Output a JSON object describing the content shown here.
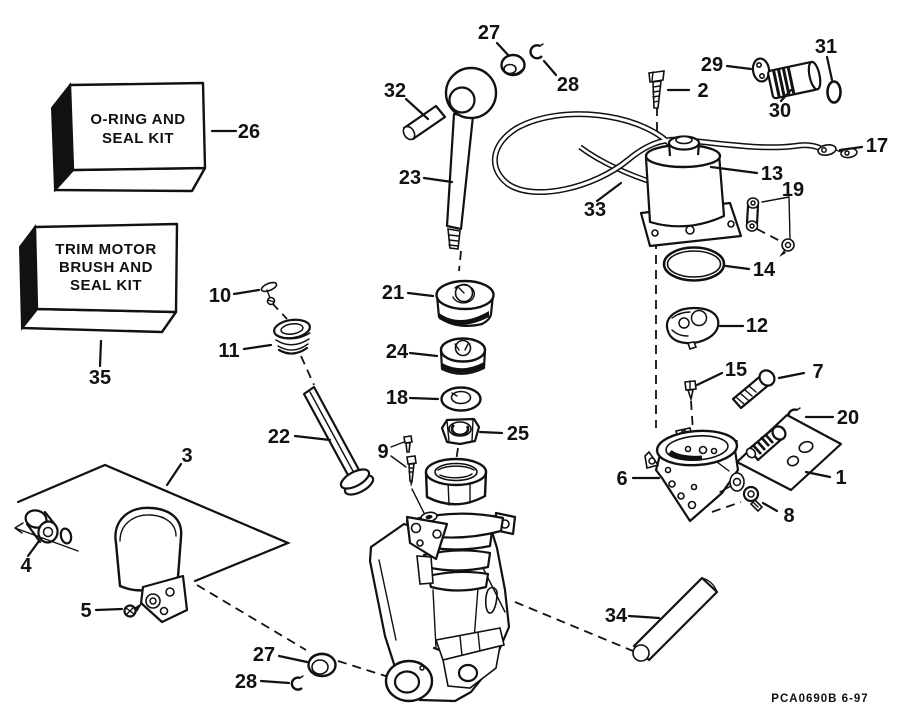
{
  "figure": {
    "background": "#ffffff",
    "ink": "#111111",
    "footer_code": "PCA0690B 6-97",
    "boxes": {
      "oring_kit": {
        "line1": "O-RING AND",
        "line2": "SEAL KIT"
      },
      "trim_kit": {
        "line1": "TRIM MOTOR",
        "line2": "BRUSH AND",
        "line3": "SEAL KIT"
      }
    },
    "callouts": {
      "c1": "1",
      "c2": "2",
      "c3": "3",
      "c4": "4",
      "c5": "5",
      "c6": "6",
      "c7": "7",
      "c8": "8",
      "c9": "9",
      "c10": "10",
      "c11": "11",
      "c12": "12",
      "c13": "13",
      "c14": "14",
      "c15": "15",
      "c17": "17",
      "c18": "18",
      "c19": "19",
      "c20": "20",
      "c21": "21",
      "c22": "22",
      "c23": "23",
      "c24": "24",
      "c25": "25",
      "c26": "26",
      "c27_top": "27",
      "c28_top": "28",
      "c27_bottom": "27",
      "c28_bottom": "28",
      "c29": "29",
      "c30": "30",
      "c31": "31",
      "c32": "32",
      "c33": "33",
      "c34": "34",
      "c35": "35"
    }
  }
}
